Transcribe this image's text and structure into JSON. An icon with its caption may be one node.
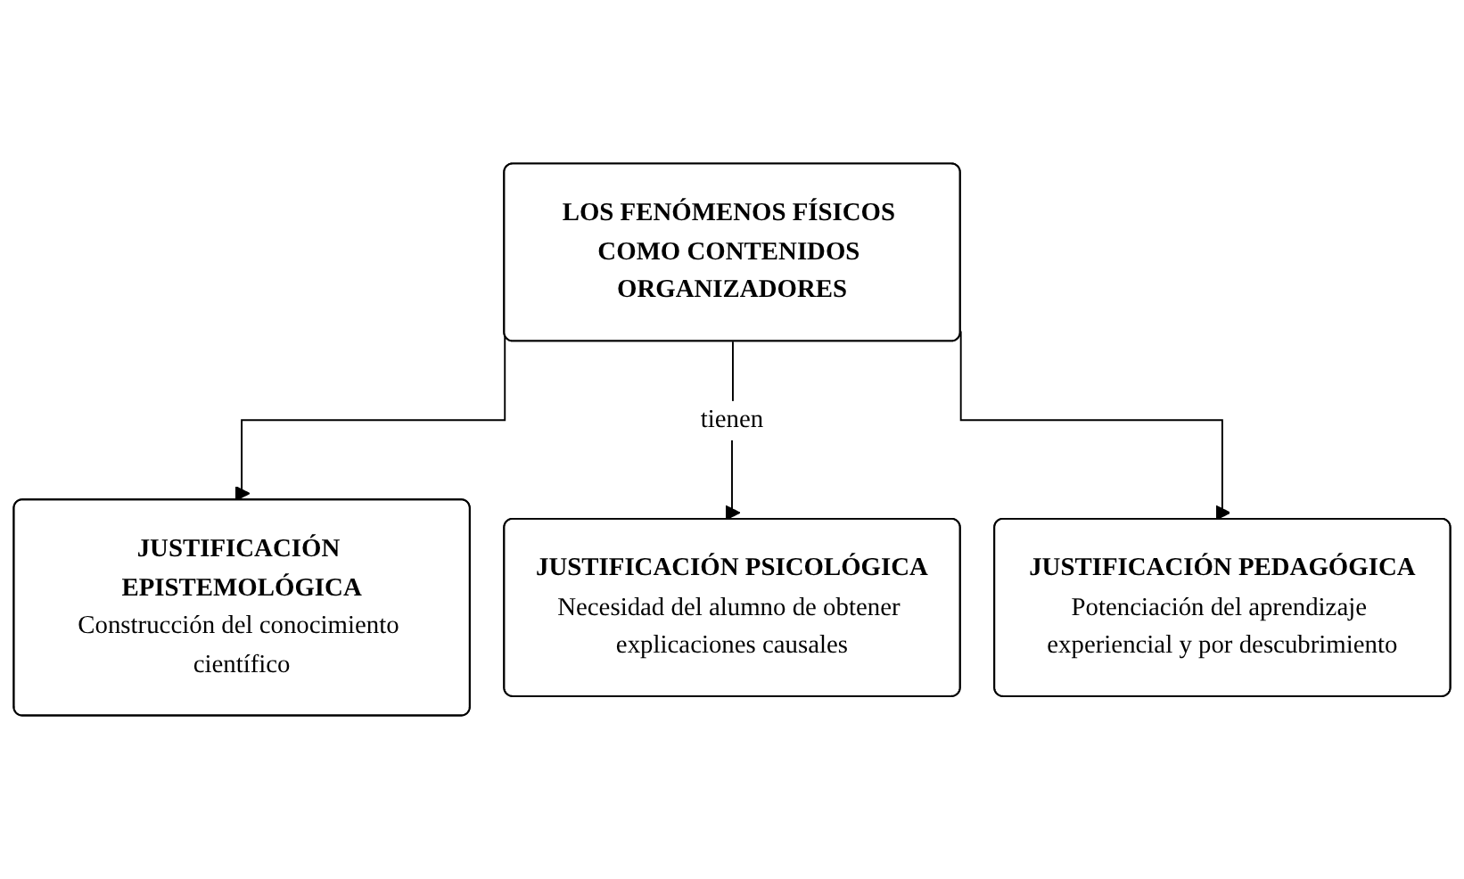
{
  "diagram": {
    "nodes": [
      {
        "text": [
          "LOS FENÓMENOS FÍSICOS COMO CONTENIDOS ORGANIZADORES"
        ]
      },
      {
        "text": [
          "JUSTIFICACIÓN EPISTEMOLÓGICA",
          "Construcción del conocimiento científico"
        ]
      },
      {
        "text": [
          "JUSTIFICACIÓN PSICOLÓGICA",
          "Necesidad del alumno de obtener explicaciones causales"
        ]
      },
      {
        "text": [
          "JUSTIFICACIÓN PEDAGÓGICA",
          "Potenciación del aprendizaje experiencial y por descubrimiento"
        ]
      }
    ],
    "edges": [
      {
        "from": 0,
        "to": 1,
        "arrow": "to"
      },
      {
        "from": 0,
        "to": 2,
        "arrow": "to",
        "label": "tienen"
      },
      {
        "from": 0,
        "to": 3,
        "arrow": "to"
      }
    ]
  }
}
